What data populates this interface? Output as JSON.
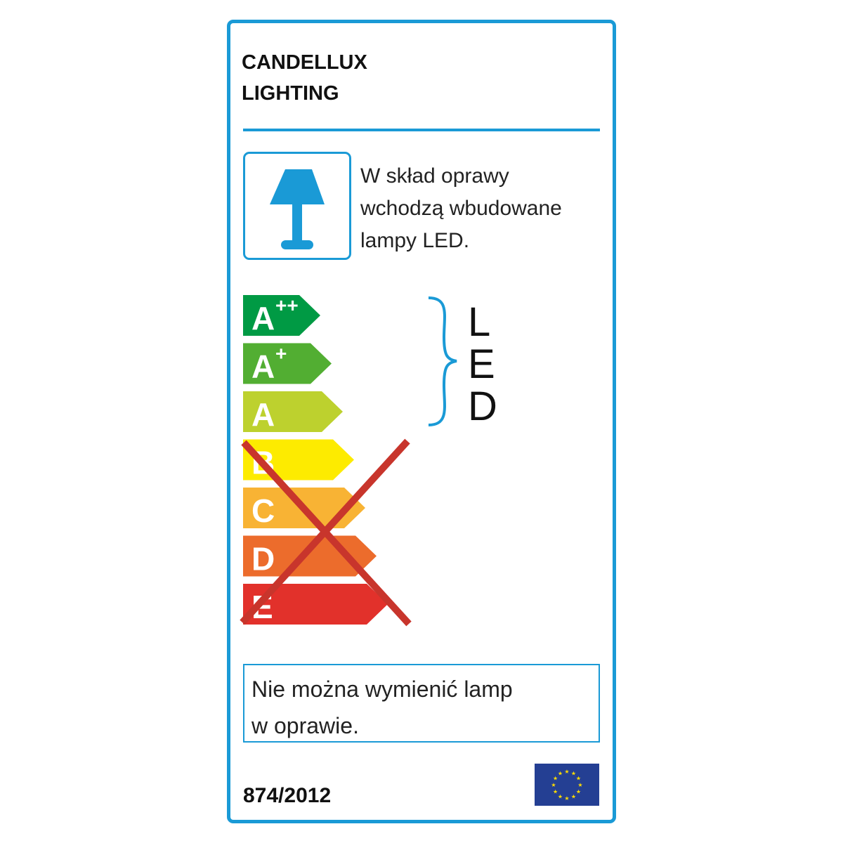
{
  "header": {
    "brand_line1": "CANDELLUX",
    "brand_line2": "LIGHTING"
  },
  "lamp_info": {
    "icon": "table-lamp-icon",
    "text_lines": [
      "W skład oprawy",
      "wchodzą wbudowane",
      "lampy LED."
    ]
  },
  "energy_scale": {
    "classes": [
      {
        "label": "A",
        "sup": "++",
        "color": "#009a44"
      },
      {
        "label": "A",
        "sup": "+",
        "color": "#52ae32"
      },
      {
        "label": "A",
        "sup": "",
        "color": "#bdd12e"
      },
      {
        "label": "B",
        "sup": "",
        "color": "#fdeb00"
      },
      {
        "label": "C",
        "sup": "",
        "color": "#f8b334"
      },
      {
        "label": "D",
        "sup": "",
        "color": "#ec6c2c"
      },
      {
        "label": "E",
        "sup": "",
        "color": "#e2312b"
      }
    ],
    "crossed_out": [
      "B",
      "C",
      "D",
      "E"
    ],
    "cross_color": "#c8352c",
    "bracket_label": [
      "L",
      "E",
      "D"
    ],
    "bracket_color": "#1a9ad6"
  },
  "note": {
    "lines": [
      "Nie można wymienić lamp",
      "w oprawie."
    ]
  },
  "footer": {
    "regulation": "874/2012",
    "flag": "eu-flag"
  },
  "colors": {
    "accent": "#1a9ad6"
  }
}
